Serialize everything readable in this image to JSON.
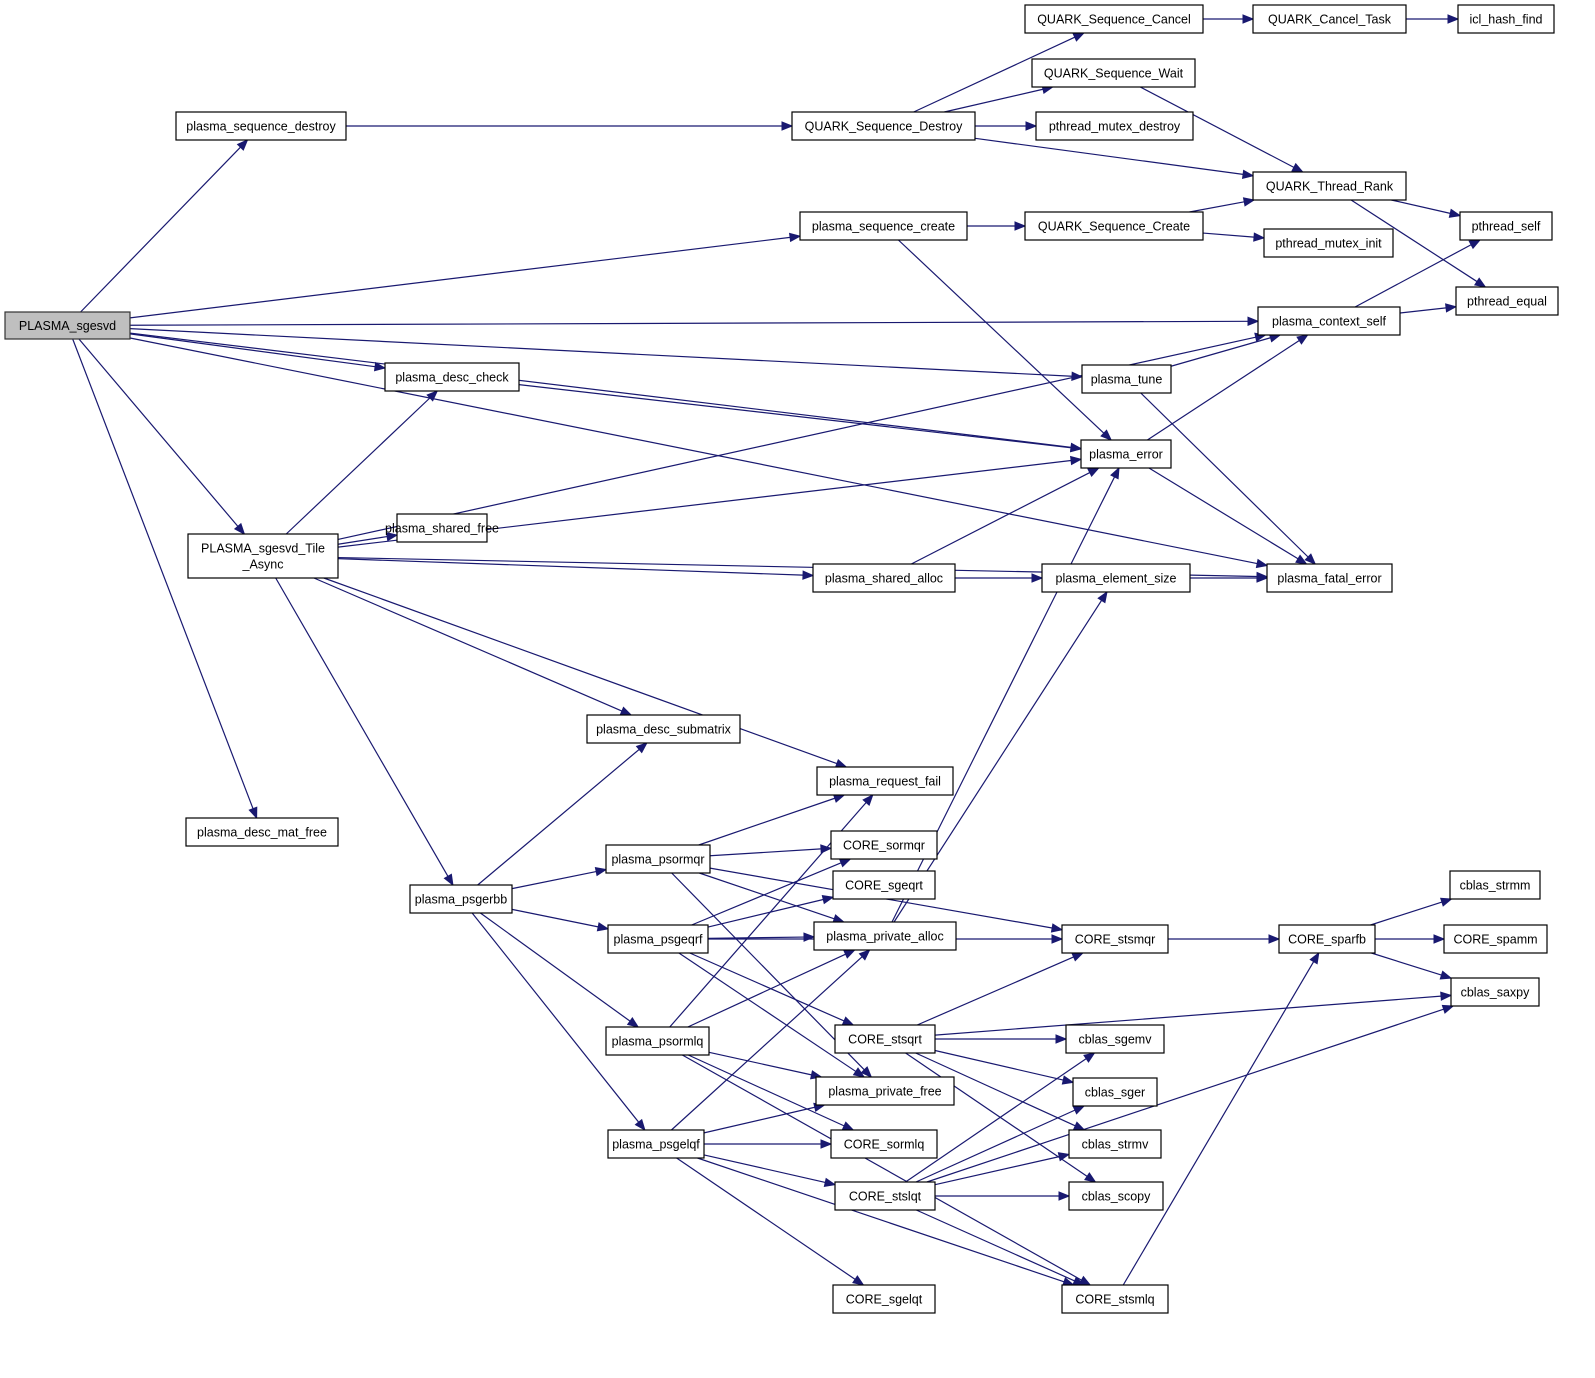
{
  "title": "PLASMA_sgesvd call graph",
  "colors": {
    "edge": "#191970",
    "root_fill": "#bfbfbf",
    "node_fill": "#ffffff",
    "node_border": "#000000"
  },
  "root": "PLASMA_sgesvd",
  "nodes": [
    {
      "id": "PLASMA_sgesvd",
      "label": "PLASMA_sgesvd"
    },
    {
      "id": "plasma_sequence_destroy",
      "label": "plasma_sequence_destroy"
    },
    {
      "id": "PLASMA_sgesvd_Tile_Async",
      "label": "PLASMA_sgesvd_Tile\n_Async"
    },
    {
      "id": "plasma_desc_check",
      "label": "plasma_desc_check"
    },
    {
      "id": "plasma_desc_mat_free",
      "label": "plasma_desc_mat_free"
    },
    {
      "id": "plasma_shared_free",
      "label": "plasma_shared_free"
    },
    {
      "id": "plasma_psgerbb",
      "label": "plasma_psgerbb"
    },
    {
      "id": "plasma_desc_submatrix",
      "label": "plasma_desc_submatrix"
    },
    {
      "id": "plasma_psormqr",
      "label": "plasma_psormqr"
    },
    {
      "id": "plasma_psgeqrf",
      "label": "plasma_psgeqrf"
    },
    {
      "id": "plasma_psormlq",
      "label": "plasma_psormlq"
    },
    {
      "id": "plasma_psgelqf",
      "label": "plasma_psgelqf"
    },
    {
      "id": "QUARK_Sequence_Destroy",
      "label": "QUARK_Sequence_Destroy"
    },
    {
      "id": "plasma_sequence_create",
      "label": "plasma_sequence_create"
    },
    {
      "id": "plasma_shared_alloc",
      "label": "plasma_shared_alloc"
    },
    {
      "id": "plasma_request_fail",
      "label": "plasma_request_fail"
    },
    {
      "id": "CORE_sormqr",
      "label": "CORE_sormqr"
    },
    {
      "id": "CORE_sgeqrt",
      "label": "CORE_sgeqrt"
    },
    {
      "id": "plasma_private_alloc",
      "label": "plasma_private_alloc"
    },
    {
      "id": "CORE_stsqrt",
      "label": "CORE_stsqrt"
    },
    {
      "id": "plasma_private_free",
      "label": "plasma_private_free"
    },
    {
      "id": "CORE_sormlq",
      "label": "CORE_sormlq"
    },
    {
      "id": "CORE_stslqt",
      "label": "CORE_stslqt"
    },
    {
      "id": "CORE_sgelqt",
      "label": "CORE_sgelqt"
    },
    {
      "id": "QUARK_Sequence_Cancel",
      "label": "QUARK_Sequence_Cancel"
    },
    {
      "id": "QUARK_Sequence_Wait",
      "label": "QUARK_Sequence_Wait"
    },
    {
      "id": "pthread_mutex_destroy",
      "label": "pthread_mutex_destroy"
    },
    {
      "id": "QUARK_Sequence_Create",
      "label": "QUARK_Sequence_Create"
    },
    {
      "id": "plasma_tune",
      "label": "plasma_tune"
    },
    {
      "id": "plasma_error",
      "label": "plasma_error"
    },
    {
      "id": "plasma_element_size",
      "label": "plasma_element_size"
    },
    {
      "id": "CORE_stsmqr",
      "label": "CORE_stsmqr"
    },
    {
      "id": "cblas_sgemv",
      "label": "cblas_sgemv"
    },
    {
      "id": "cblas_sger",
      "label": "cblas_sger"
    },
    {
      "id": "cblas_strmv",
      "label": "cblas_strmv"
    },
    {
      "id": "cblas_scopy",
      "label": "cblas_scopy"
    },
    {
      "id": "CORE_stsmlq",
      "label": "CORE_stsmlq"
    },
    {
      "id": "QUARK_Cancel_Task",
      "label": "QUARK_Cancel_Task"
    },
    {
      "id": "QUARK_Thread_Rank",
      "label": "QUARK_Thread_Rank"
    },
    {
      "id": "pthread_mutex_init",
      "label": "pthread_mutex_init"
    },
    {
      "id": "plasma_context_self",
      "label": "plasma_context_self"
    },
    {
      "id": "plasma_fatal_error",
      "label": "plasma_fatal_error"
    },
    {
      "id": "CORE_sparfb",
      "label": "CORE_sparfb"
    },
    {
      "id": "icl_hash_find",
      "label": "icl_hash_find"
    },
    {
      "id": "pthread_self",
      "label": "pthread_self"
    },
    {
      "id": "pthread_equal",
      "label": "pthread_equal"
    },
    {
      "id": "cblas_strmm",
      "label": "cblas_strmm"
    },
    {
      "id": "CORE_spamm",
      "label": "CORE_spamm"
    },
    {
      "id": "cblas_saxpy",
      "label": "cblas_saxpy"
    }
  ],
  "edges": [
    [
      "PLASMA_sgesvd",
      "plasma_sequence_destroy"
    ],
    [
      "PLASMA_sgesvd",
      "plasma_context_self"
    ],
    [
      "PLASMA_sgesvd",
      "plasma_sequence_create"
    ],
    [
      "PLASMA_sgesvd",
      "plasma_tune"
    ],
    [
      "PLASMA_sgesvd",
      "plasma_error"
    ],
    [
      "PLASMA_sgesvd",
      "plasma_desc_check"
    ],
    [
      "PLASMA_sgesvd",
      "PLASMA_sgesvd_Tile_Async"
    ],
    [
      "PLASMA_sgesvd",
      "plasma_fatal_error"
    ],
    [
      "PLASMA_sgesvd",
      "plasma_desc_mat_free"
    ],
    [
      "plasma_sequence_destroy",
      "QUARK_Sequence_Destroy"
    ],
    [
      "QUARK_Sequence_Destroy",
      "QUARK_Sequence_Cancel"
    ],
    [
      "QUARK_Sequence_Destroy",
      "QUARK_Sequence_Wait"
    ],
    [
      "QUARK_Sequence_Destroy",
      "pthread_mutex_destroy"
    ],
    [
      "QUARK_Sequence_Destroy",
      "QUARK_Thread_Rank"
    ],
    [
      "QUARK_Sequence_Cancel",
      "QUARK_Cancel_Task"
    ],
    [
      "QUARK_Cancel_Task",
      "icl_hash_find"
    ],
    [
      "QUARK_Sequence_Wait",
      "QUARK_Thread_Rank"
    ],
    [
      "QUARK_Thread_Rank",
      "pthread_self"
    ],
    [
      "QUARK_Thread_Rank",
      "pthread_equal"
    ],
    [
      "plasma_sequence_create",
      "QUARK_Sequence_Create"
    ],
    [
      "plasma_sequence_create",
      "plasma_error"
    ],
    [
      "QUARK_Sequence_Create",
      "QUARK_Thread_Rank"
    ],
    [
      "QUARK_Sequence_Create",
      "pthread_mutex_init"
    ],
    [
      "plasma_context_self",
      "pthread_self"
    ],
    [
      "plasma_context_self",
      "pthread_equal"
    ],
    [
      "plasma_tune",
      "plasma_context_self"
    ],
    [
      "plasma_tune",
      "plasma_fatal_error"
    ],
    [
      "plasma_error",
      "plasma_context_self"
    ],
    [
      "plasma_error",
      "plasma_fatal_error"
    ],
    [
      "plasma_desc_check",
      "plasma_error"
    ],
    [
      "PLASMA_sgesvd_Tile_Async",
      "plasma_desc_check"
    ],
    [
      "PLASMA_sgesvd_Tile_Async",
      "plasma_context_self"
    ],
    [
      "PLASMA_sgesvd_Tile_Async",
      "plasma_error"
    ],
    [
      "PLASMA_sgesvd_Tile_Async",
      "plasma_shared_free"
    ],
    [
      "PLASMA_sgesvd_Tile_Async",
      "plasma_shared_alloc"
    ],
    [
      "PLASMA_sgesvd_Tile_Async",
      "plasma_fatal_error"
    ],
    [
      "PLASMA_sgesvd_Tile_Async",
      "plasma_desc_submatrix"
    ],
    [
      "PLASMA_sgesvd_Tile_Async",
      "plasma_request_fail"
    ],
    [
      "PLASMA_sgesvd_Tile_Async",
      "plasma_psgerbb"
    ],
    [
      "plasma_shared_alloc",
      "plasma_error"
    ],
    [
      "plasma_shared_alloc",
      "plasma_element_size"
    ],
    [
      "plasma_element_size",
      "plasma_fatal_error"
    ],
    [
      "plasma_psgerbb",
      "plasma_desc_submatrix"
    ],
    [
      "plasma_psgerbb",
      "plasma_psormqr"
    ],
    [
      "plasma_psgerbb",
      "plasma_psgeqrf"
    ],
    [
      "plasma_psgerbb",
      "plasma_psormlq"
    ],
    [
      "plasma_psgerbb",
      "plasma_psgelqf"
    ],
    [
      "plasma_psormqr",
      "plasma_request_fail"
    ],
    [
      "plasma_psormqr",
      "CORE_stsmqr"
    ],
    [
      "plasma_psormqr",
      "CORE_sormqr"
    ],
    [
      "plasma_psormqr",
      "plasma_private_alloc"
    ],
    [
      "plasma_psormqr",
      "plasma_private_free"
    ],
    [
      "plasma_psgeqrf",
      "CORE_sormqr"
    ],
    [
      "plasma_psgeqrf",
      "CORE_sgeqrt"
    ],
    [
      "plasma_psgeqrf",
      "plasma_private_alloc"
    ],
    [
      "plasma_psgeqrf",
      "CORE_stsmqr"
    ],
    [
      "plasma_psgeqrf",
      "CORE_stsqrt"
    ],
    [
      "plasma_psgeqrf",
      "plasma_private_free"
    ],
    [
      "plasma_psormlq",
      "plasma_request_fail"
    ],
    [
      "plasma_psormlq",
      "plasma_private_alloc"
    ],
    [
      "plasma_psormlq",
      "plasma_private_free"
    ],
    [
      "plasma_psormlq",
      "CORE_sormlq"
    ],
    [
      "plasma_psormlq",
      "CORE_stsmlq"
    ],
    [
      "plasma_psgelqf",
      "plasma_private_alloc"
    ],
    [
      "plasma_psgelqf",
      "plasma_private_free"
    ],
    [
      "plasma_psgelqf",
      "CORE_sormlq"
    ],
    [
      "plasma_psgelqf",
      "CORE_stslqt"
    ],
    [
      "plasma_psgelqf",
      "CORE_sgelqt"
    ],
    [
      "plasma_psgelqf",
      "CORE_stsmlq"
    ],
    [
      "plasma_private_alloc",
      "plasma_error"
    ],
    [
      "plasma_private_alloc",
      "plasma_element_size"
    ],
    [
      "CORE_stsqrt",
      "CORE_stsmqr"
    ],
    [
      "CORE_stsqrt",
      "cblas_saxpy"
    ],
    [
      "CORE_stsqrt",
      "cblas_sgemv"
    ],
    [
      "CORE_stsqrt",
      "cblas_sger"
    ],
    [
      "CORE_stsqrt",
      "cblas_strmv"
    ],
    [
      "CORE_stsqrt",
      "cblas_scopy"
    ],
    [
      "CORE_stslqt",
      "cblas_sgemv"
    ],
    [
      "CORE_stslqt",
      "cblas_sger"
    ],
    [
      "CORE_stslqt",
      "cblas_strmv"
    ],
    [
      "CORE_stslqt",
      "cblas_scopy"
    ],
    [
      "CORE_stslqt",
      "cblas_saxpy"
    ],
    [
      "CORE_stslqt",
      "CORE_stsmlq"
    ],
    [
      "CORE_stsmqr",
      "CORE_sparfb"
    ],
    [
      "CORE_stsmlq",
      "CORE_sparfb"
    ],
    [
      "CORE_sparfb",
      "cblas_strmm"
    ],
    [
      "CORE_sparfb",
      "CORE_spamm"
    ],
    [
      "CORE_sparfb",
      "cblas_saxpy"
    ]
  ]
}
